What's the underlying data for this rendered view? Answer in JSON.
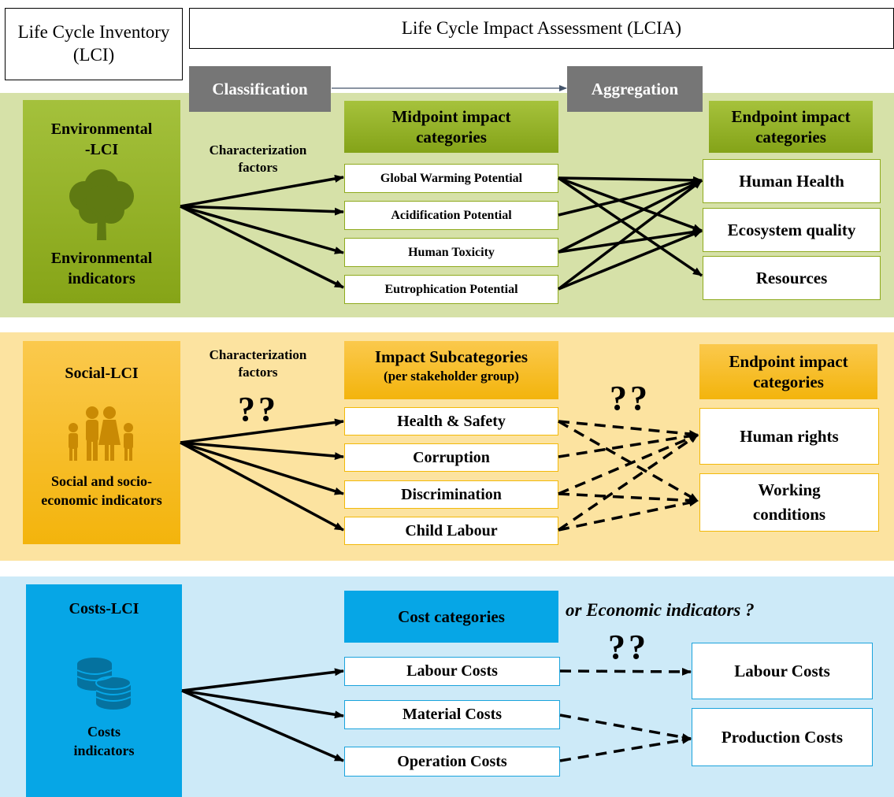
{
  "header": {
    "lci_title": "Life Cycle Inventory (LCI)",
    "lcia_title": "Life Cycle Impact Assessment (LCIA)",
    "classification": "Classification",
    "aggregation": "Aggregation"
  },
  "environmental": {
    "lci_title": "Environmental -LCI",
    "indicators_label": "Environmental indicators",
    "icon": "tree-icon",
    "factors_label": "Characterization factors",
    "midpoint_title": "Midpoint impact categories",
    "midpoints": [
      "Global Warming Potential",
      "Acidification Potential",
      "Human Toxicity",
      "Eutrophication Potential"
    ],
    "endpoint_title": "Endpoint impact categories",
    "endpoints": [
      "Human Health",
      "Ecosystem quality",
      "Resources"
    ],
    "colors": {
      "band": "#d6e1a8",
      "box": "#8faa1e",
      "border": "#8faa1e"
    }
  },
  "social": {
    "lci_title": "Social-LCI",
    "indicators_label": "Social and socio-economic indicators",
    "icon": "family-icon",
    "factors_label": "Characterization factors",
    "factors_unknown": "??",
    "subcategory_title": "Impact Subcategories",
    "subcategory_subtitle": "(per stakeholder group)",
    "subcategories": [
      "Health & Safety",
      "Corruption",
      "Discrimination",
      "Child Labour"
    ],
    "relation_unknown": "??",
    "endpoint_title": "Endpoint impact categories",
    "endpoints": [
      "Human rights",
      "Working conditions"
    ],
    "colors": {
      "band": "#fce3a0",
      "box": "#f7b90f",
      "border": "#f2b90a"
    }
  },
  "costs": {
    "lci_title": "Costs-LCI",
    "indicators_label": "Costs indicators",
    "icon": "coins-icon",
    "category_title": "Cost categories",
    "economic_question": "or Economic indicators ?",
    "relation_unknown": "??",
    "categories": [
      "Labour Costs",
      "Material Costs",
      "Operation Costs"
    ],
    "endpoints": [
      "Labour Costs",
      "Production Costs"
    ],
    "colors": {
      "band": "#cdeaf8",
      "box": "#06a6e6",
      "border": "#1aa3dc"
    }
  }
}
